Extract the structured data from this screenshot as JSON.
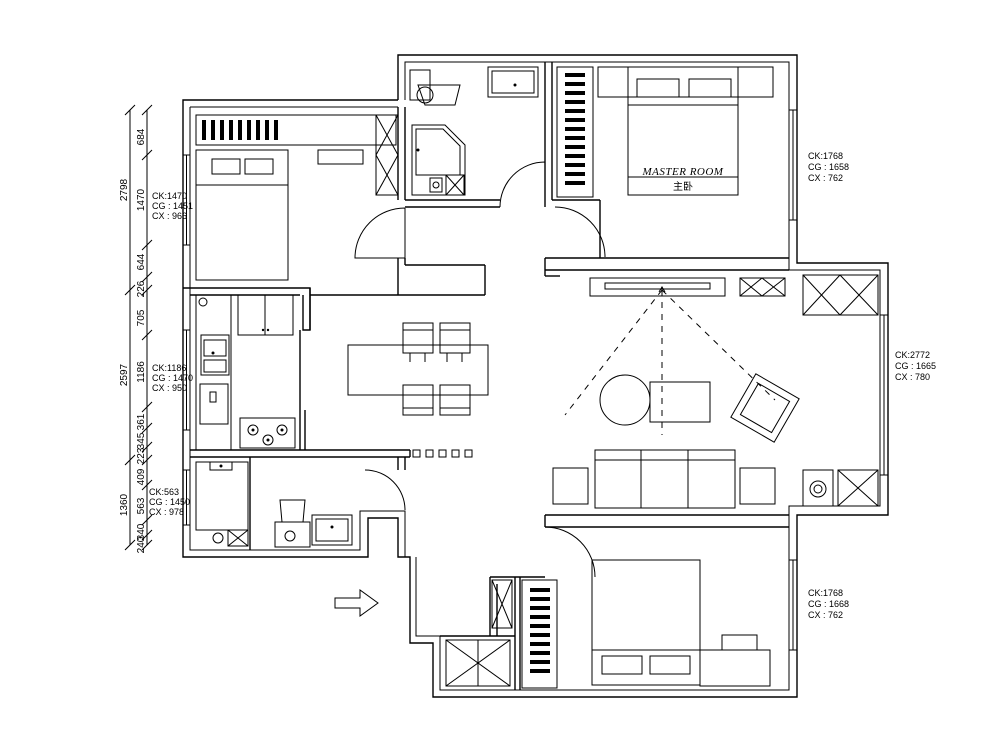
{
  "room_label": {
    "en": "MASTER ROOM",
    "cn": "主卧"
  },
  "window_specs": [
    {
      "ck": "CK:1470",
      "cg": "CG : 1451",
      "cx": "CX : 966"
    },
    {
      "ck": "CK:1768",
      "cg": "CG : 1658",
      "cx": "CX : 762"
    },
    {
      "ck": "CK:1186",
      "cg": "CG : 1470",
      "cx": "CX : 950"
    },
    {
      "ck": "CK:2772",
      "cg": "CG : 1665",
      "cx": "CX : 780"
    },
    {
      "ck": "CK:563",
      "cg": "CG : 1450",
      "cx": "CX : 978"
    },
    {
      "ck": "CK:1768",
      "cg": "CG : 1668",
      "cx": "CX : 762"
    }
  ],
  "dimensions": {
    "outer": [
      "2798",
      "2597",
      "1360"
    ],
    "inner": [
      "684",
      "1470",
      "644",
      "226",
      "705",
      "1186",
      "361",
      "345",
      "223",
      "409",
      "563",
      "340",
      "240"
    ]
  }
}
